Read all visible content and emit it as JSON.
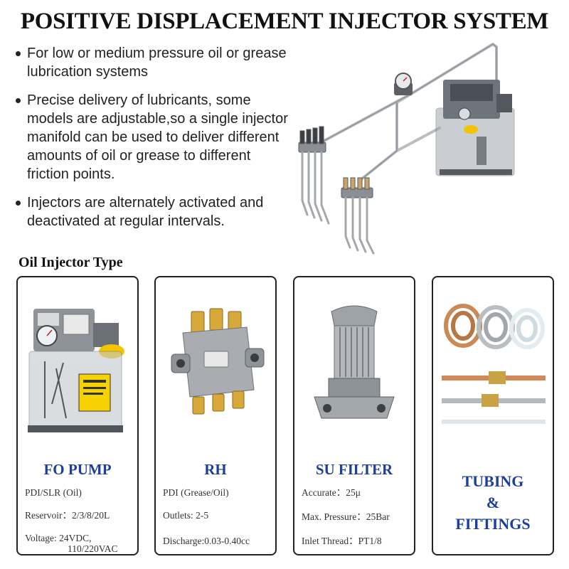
{
  "title": "POSITIVE DISPLACEMENT INJECTOR SYSTEM",
  "bullets": [
    "For low or medium pressure oil or grease lubrication systems",
    "Precise delivery of lubricants, some models are adjustable,so a single injector manifold can be used to deliver different amounts of oil or grease to different friction points.",
    "Injectors are alternately activated and deactivated at regular intervals."
  ],
  "section_title": "Oil Injector Type",
  "cards": [
    {
      "name": "FO PUMP",
      "specs": [
        "PDI/SLR (Oil)",
        "Reservoir：2/3/8/20L",
        "Voltage:  24VDC,",
        "110/220VAC"
      ]
    },
    {
      "name": "RH",
      "specs": [
        "PDI (Grease/Oil)",
        "Outlets: 2-5",
        "Discharge:0.03-0.40cc"
      ]
    },
    {
      "name": "SU FILTER",
      "specs": [
        "Accurate：25μ",
        "Max. Pressure：25Bar",
        "Inlet Thread：PT1/8"
      ]
    },
    {
      "name_lines": [
        "TUBING",
        "&",
        "FITTINGS"
      ]
    }
  ],
  "colors": {
    "card_title": "#1b3f9a",
    "border": "#222222"
  }
}
